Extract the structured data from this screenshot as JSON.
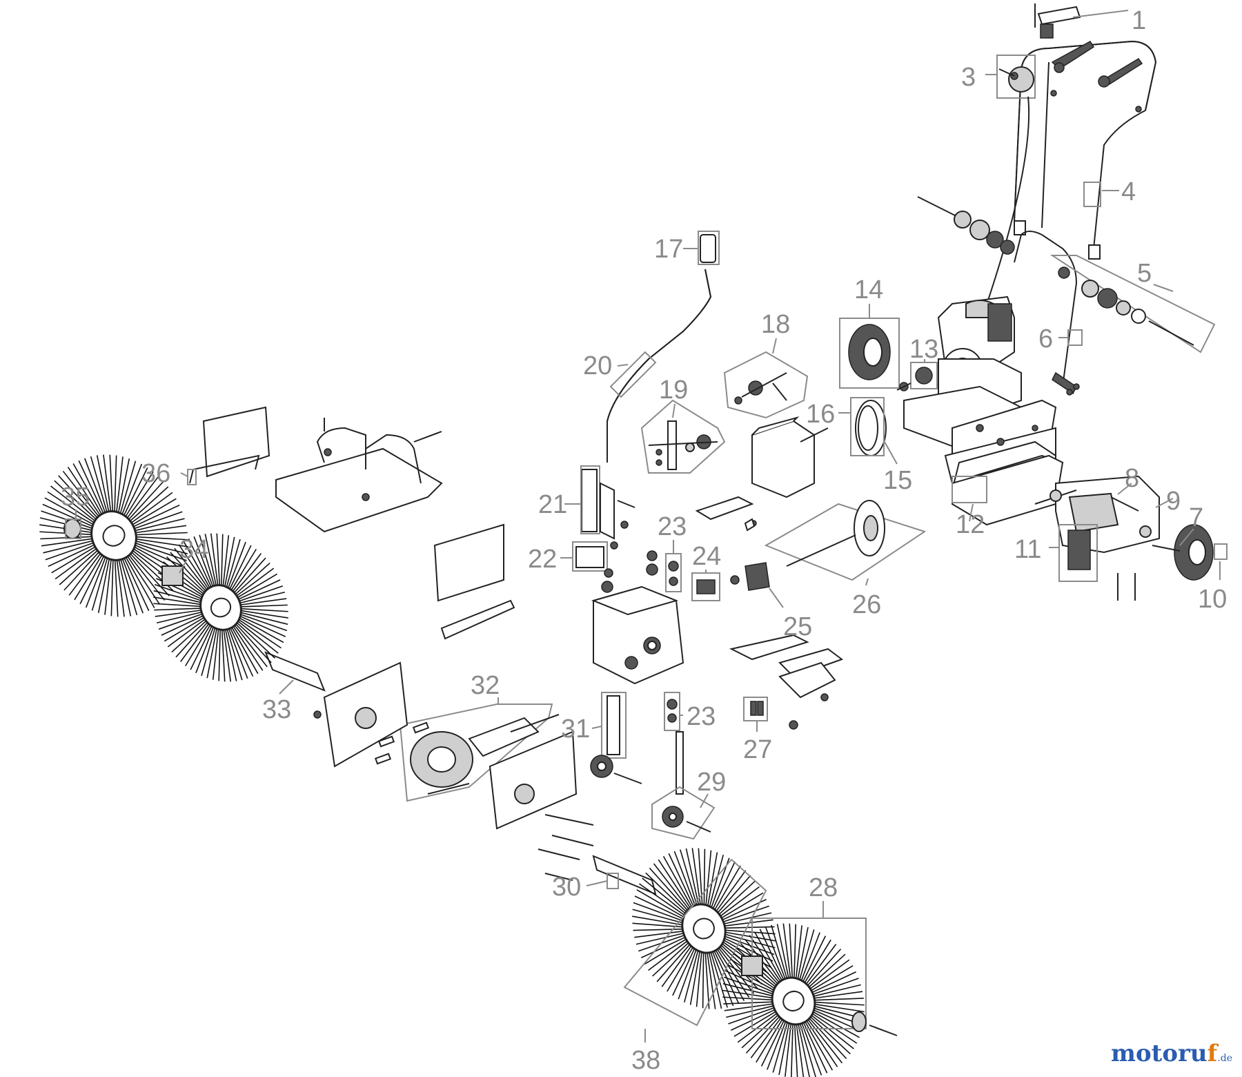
{
  "callouts": [
    "1",
    "3",
    "4",
    "5",
    "6",
    "7",
    "8",
    "9",
    "10",
    "11",
    "12",
    "13",
    "14",
    "15",
    "16",
    "17",
    "18",
    "19",
    "20",
    "21",
    "22",
    "23",
    "23",
    "24",
    "25",
    "26",
    "27",
    "28",
    "29",
    "30",
    "31",
    "32",
    "33",
    "34",
    "35",
    "36",
    "38"
  ],
  "brand": {
    "part1": "motoru",
    "part2": "f",
    "part3": ".de"
  },
  "colors": {
    "label": "#8a8a8a",
    "line": "#222222",
    "brand_blue": "#2a5db0",
    "brand_orange": "#e07a10"
  }
}
